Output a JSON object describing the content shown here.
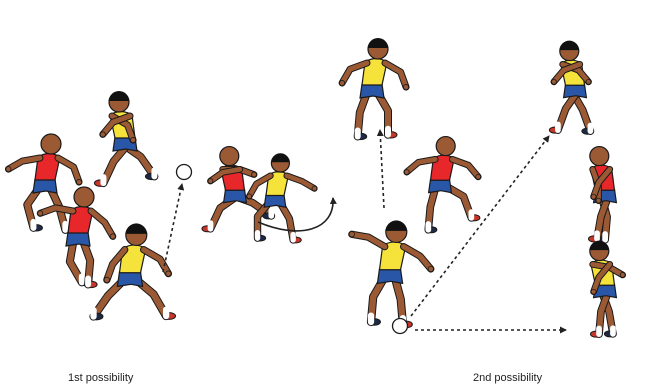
{
  "captions": {
    "first": "1st possibility",
    "second": "2nd possibility"
  },
  "colors": {
    "yellow_team_shirt": "#f5e23a",
    "red_team_shirt": "#e8272b",
    "shorts": "#2a56a8",
    "skin": "#9c5a34",
    "outline": "#1a1a1a",
    "arrow": "#222222",
    "background": "#ffffff"
  },
  "scenes": [
    {
      "caption_key": "first",
      "players": [
        {
          "team": "yellow",
          "pose": "running"
        },
        {
          "team": "red",
          "pose": "defending"
        },
        {
          "team": "red",
          "pose": "defending"
        },
        {
          "team": "yellow",
          "pose": "lunging"
        },
        {
          "team": "red",
          "pose": "tackling"
        },
        {
          "team": "yellow",
          "pose": "dribbling-past"
        }
      ],
      "arrows": [
        {
          "style": "dotted",
          "meaning": "pass"
        },
        {
          "style": "solid-curved",
          "meaning": "run-around"
        }
      ]
    },
    {
      "caption_key": "second",
      "players": [
        {
          "team": "yellow",
          "pose": "receiving"
        },
        {
          "team": "red",
          "pose": "running"
        },
        {
          "team": "yellow",
          "pose": "passing"
        },
        {
          "team": "yellow",
          "pose": "receiving"
        },
        {
          "team": "red",
          "pose": "marking"
        },
        {
          "team": "yellow",
          "pose": "receiving"
        }
      ],
      "arrows": [
        {
          "style": "dotted",
          "meaning": "pass-option-forward"
        },
        {
          "style": "dotted",
          "meaning": "pass-option-diagonal"
        },
        {
          "style": "dotted",
          "meaning": "pass-option-square"
        }
      ]
    }
  ]
}
